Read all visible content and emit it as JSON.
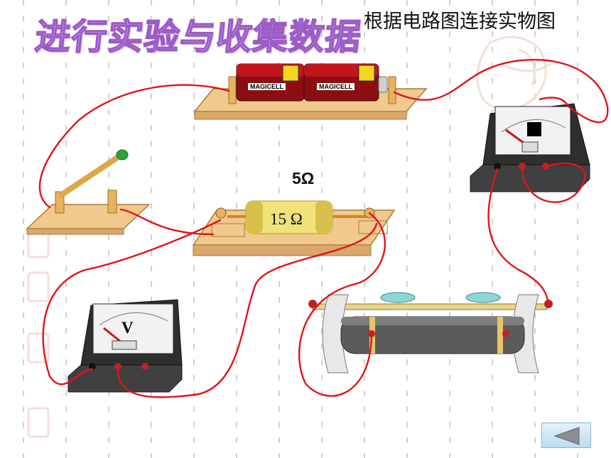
{
  "slide": {
    "title": "进行实验与收集数据",
    "subtitle": "根据电路图连接实物图"
  },
  "resistor": {
    "label": "5Ω",
    "value": "15 Ω"
  },
  "voltmeter": {
    "symbol": "V"
  },
  "battery": {
    "brand": "MAGICELL"
  },
  "nav": {
    "back_icon": "left-arrow-icon"
  },
  "colors": {
    "wire": "#e0141c",
    "title": "#d7a6ee",
    "board": "#f2c98c",
    "meter_body": "#3a3a3a",
    "back_button": "#cfe6f3"
  }
}
